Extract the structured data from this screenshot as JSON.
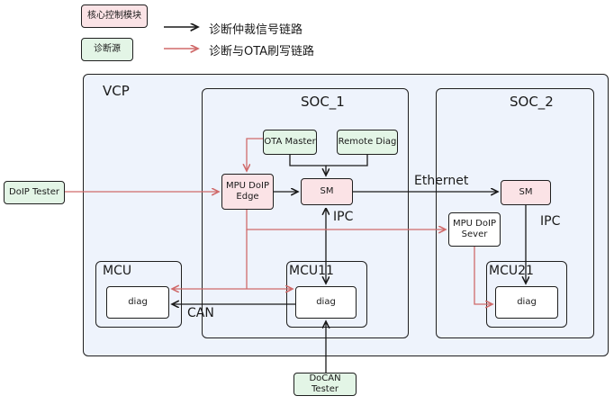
{
  "legend": {
    "core_module": "核心控制模块",
    "diag_source": "诊断源",
    "arbitration_link": "诊断仲裁信号链路",
    "ota_link": "诊断与OTA刷写链路"
  },
  "containers": {
    "vcp": "VCP",
    "soc1": "SOC_1",
    "soc2": "SOC_2",
    "mcu": "MCU",
    "mcu11": "MCU11",
    "mcu21": "MCU21"
  },
  "nodes": {
    "doip_tester": "DoIP Tester",
    "ota_master": "OTA Master",
    "remote_diag": "Remote Diag",
    "mpu_doip_edge": "MPU DoIP\nEdge",
    "sm1": "SM",
    "sm2": "SM",
    "mpu_doip_sever": "MPU DoIP\nSever",
    "mcu_diag": "diag",
    "mcu11_diag": "diag",
    "mcu21_diag": "diag",
    "docan_tester": "DoCAN Tester"
  },
  "edge_labels": {
    "ethernet": "Ethernet",
    "ipc1": "IPC",
    "ipc2": "IPC",
    "can": "CAN"
  },
  "colors": {
    "black_link": "#1a1a1a",
    "red_link": "#d06a6a",
    "core_fill": "#fbe3e6",
    "source_fill": "#e3f5e6",
    "container_fill": "#eef3fc"
  }
}
